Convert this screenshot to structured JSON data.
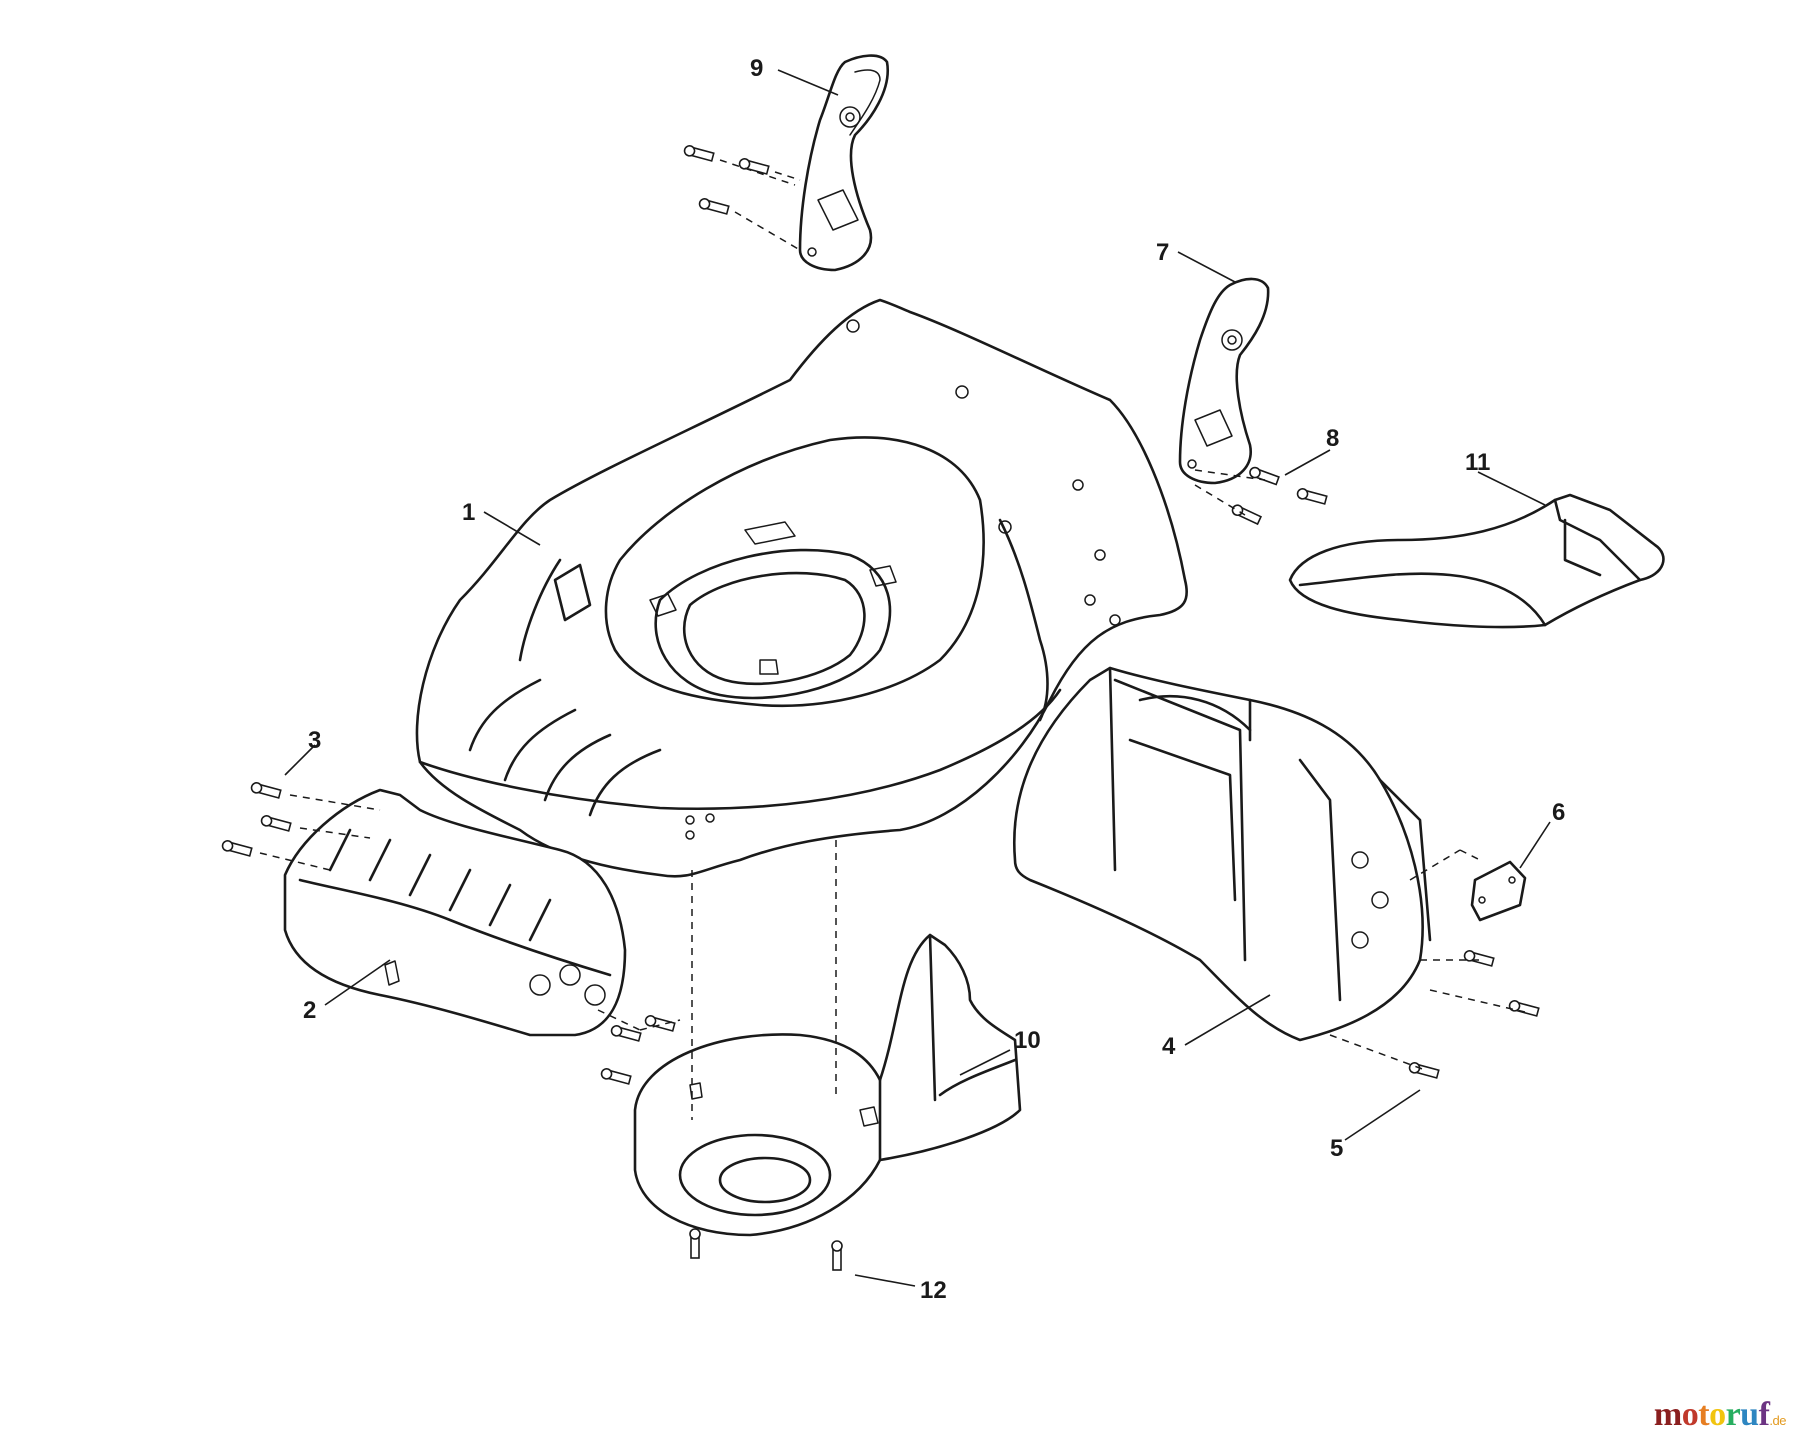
{
  "callouts": [
    {
      "id": "1",
      "label": "1"
    },
    {
      "id": "2",
      "label": "2"
    },
    {
      "id": "3",
      "label": "3"
    },
    {
      "id": "4",
      "label": "4"
    },
    {
      "id": "5",
      "label": "5"
    },
    {
      "id": "6",
      "label": "6"
    },
    {
      "id": "7",
      "label": "7"
    },
    {
      "id": "8",
      "label": "8"
    },
    {
      "id": "9",
      "label": "9"
    },
    {
      "id": "10",
      "label": "10"
    },
    {
      "id": "11",
      "label": "11"
    },
    {
      "id": "12",
      "label": "12"
    }
  ],
  "watermark": {
    "parts": [
      {
        "text": "m",
        "color": "#8a1f1f"
      },
      {
        "text": "o",
        "color": "#c0392b"
      },
      {
        "text": "t",
        "color": "#e67e22"
      },
      {
        "text": "o",
        "color": "#f1c40f"
      },
      {
        "text": "r",
        "color": "#27ae60"
      },
      {
        "text": "u",
        "color": "#2e86c1"
      },
      {
        "text": "f",
        "color": "#6c3483"
      }
    ],
    "tld": ".de"
  }
}
